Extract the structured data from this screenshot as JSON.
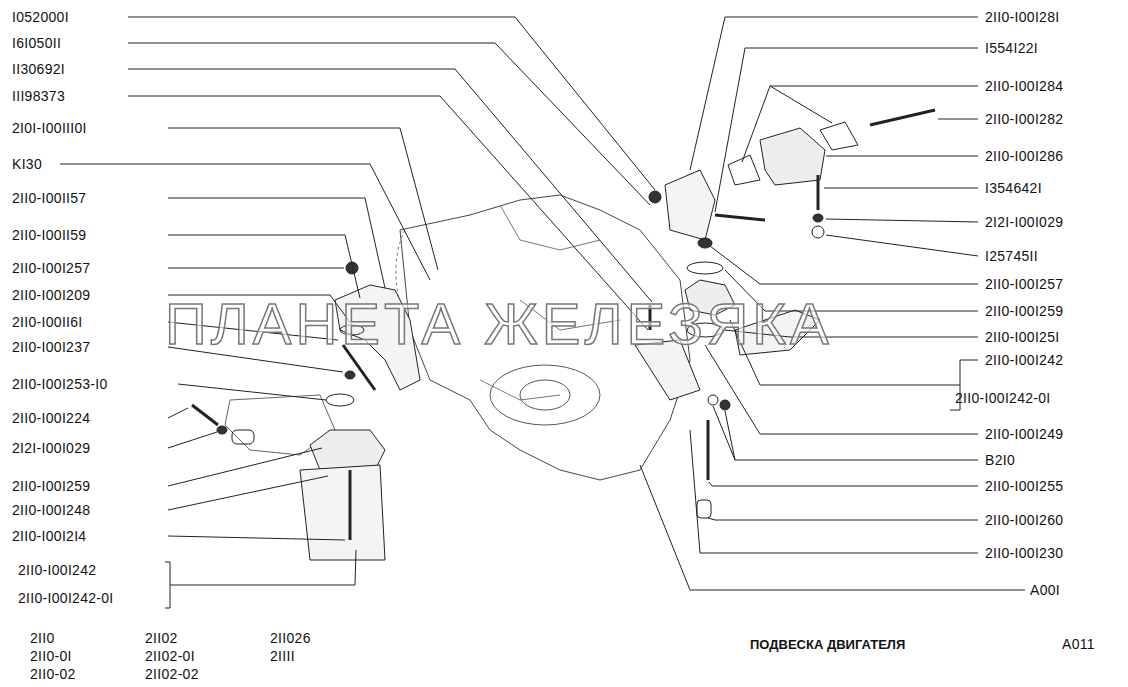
{
  "diagram": {
    "title": "ПОДВЕСКА ДВИГАТЕЛЯ",
    "labels": [
      "I052000I",
      "I6I050II",
      "II30692I",
      "III98373",
      "2I0I-I00III0I",
      "KI30",
      "2II0-I00II57",
      "2II0-I00II59",
      "2II0-I00I257",
      "2II0-I00I209",
      "2II0-I00II6I",
      "2II0-I00I237",
      "2II0-I00I253-I0",
      "2II0-I00I224",
      "2I2I-I00I029",
      "2II0-I00I259",
      "2II0-I00I248",
      "2II0-I00I2I4",
      "2II0-I00I242",
      "2II0-I00I242-0I",
      "2II0-I00I28I",
      "I554I22I",
      "2II0-I00I284",
      "2II0-I00I282",
      "2II0-I00I286",
      "I354642I",
      "2I2I-I00I029",
      "I25745II",
      "2II0-I00I257",
      "2II0-I00I259",
      "2II0-I00I25I",
      "2II0-I00I242",
      "2II0-I00I242-0I",
      "2II0-I00I249",
      "B2I0",
      "2II0-I00I255",
      "2II0-I00I260",
      "2II0-I00I230",
      "A00I",
      "2II0",
      "2II0-0I",
      "2II0-02",
      "2II02",
      "2II02-0I",
      "2II02-02",
      "2II026",
      "2IIII",
      "A011",
      "ПЛАНЕТА ЖЕЛЕЗЯКА"
    ]
  }
}
